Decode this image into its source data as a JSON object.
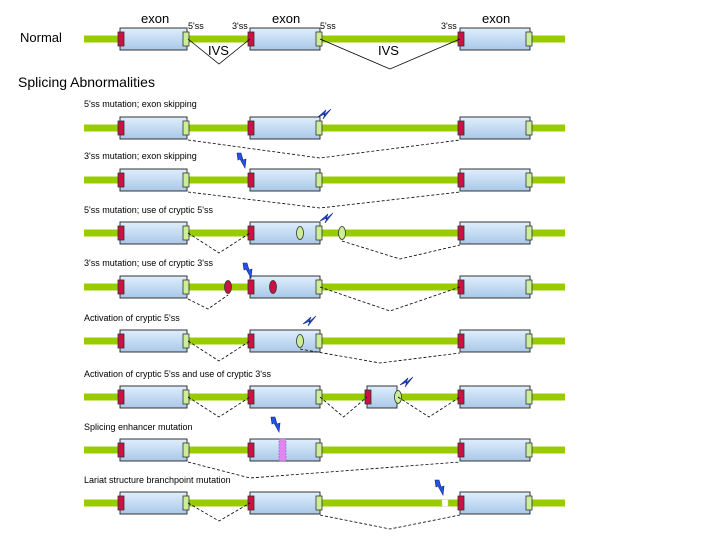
{
  "colors": {
    "intron_line": "#99cc00",
    "exon_fill_top": "#dfeefc",
    "exon_fill_bottom": "#a9c8e8",
    "exon_stroke": "#333333",
    "splice_3ss": "#cc1144",
    "splice_5ss": "#ccee99",
    "lightning": "#2255dd",
    "enhancer": "#dd88ee",
    "dashed_line": "#000000"
  },
  "labels": {
    "normal": "Normal",
    "exon1": "exon",
    "exon2": "exon",
    "exon3": "exon",
    "ss5_a": "5'ss",
    "ss3_a": "3'ss",
    "ss5_b": "5'ss",
    "ss3_b": "3'ss",
    "ivs_a": "IVS",
    "ivs_b": "IVS",
    "section_title": "Splicing Abnormalities"
  },
  "rows": [
    {
      "id": "row-5ss-skip",
      "title": "5'ss mutation; exon skipping"
    },
    {
      "id": "row-3ss-skip",
      "title": "3'ss mutation; exon skipping"
    },
    {
      "id": "row-5ss-cryptic",
      "title": "5'ss mutation; use of cryptic 5'ss"
    },
    {
      "id": "row-3ss-cryptic",
      "title": "3'ss mutation; use of cryptic 3'ss"
    },
    {
      "id": "row-activation-5ss",
      "title": "Activation of cryptic 5'ss"
    },
    {
      "id": "row-activation-both",
      "title": "Activation of cryptic 5'ss  and use of cryptic 3'ss"
    },
    {
      "id": "row-enhancer",
      "title": "Splicing enhancer mutation"
    },
    {
      "id": "row-branchpoint",
      "title": "Lariat structure branchpoint mutation"
    }
  ],
  "icons": {
    "mutation": "lightning-icon",
    "cryptic_site": "oval-marker-icon",
    "enhancer": "enhancer-box-icon",
    "branchpoint": "branchpoint-box-icon"
  }
}
